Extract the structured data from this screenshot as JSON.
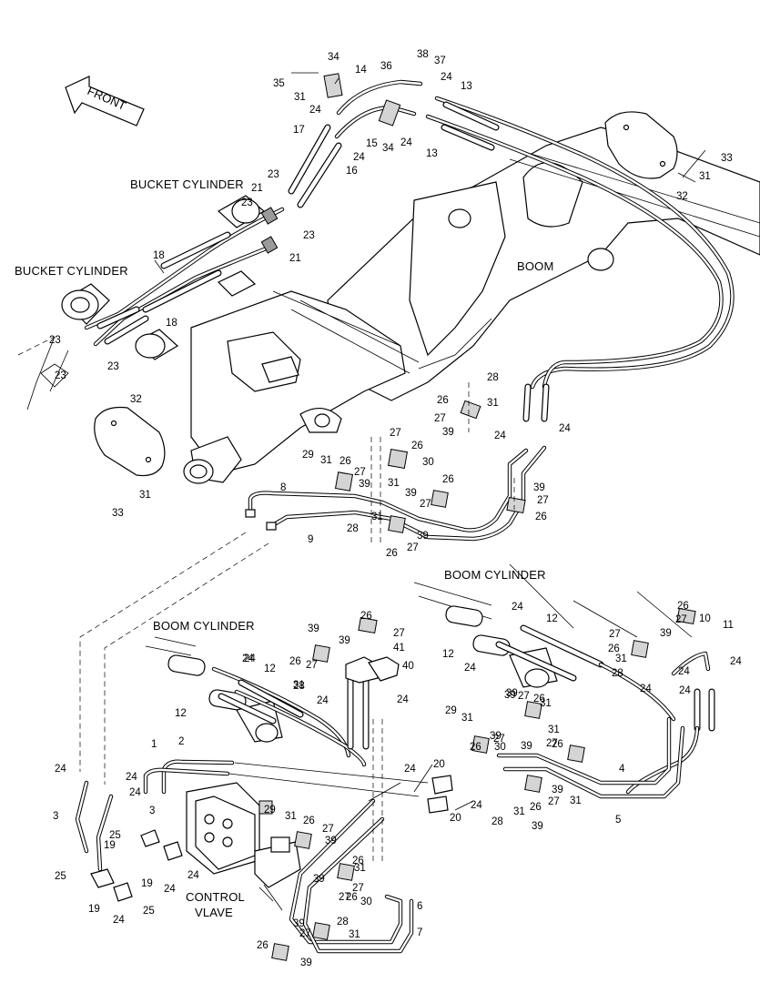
{
  "labels": {
    "front": "FRONT",
    "bucket_cylinder_1": "BUCKET CYLINDER",
    "bucket_cylinder_2": "BUCKET CYLINDER",
    "boom": "BOOM",
    "boom_cylinder_1": "BOOM CYLINDER",
    "boom_cylinder_2": "BOOM CYLINDER",
    "control_valve_line1": "CONTROL",
    "control_valve_line2": "VLAVE"
  },
  "callouts": [
    "35",
    "31",
    "34",
    "14",
    "36",
    "38",
    "37",
    "24",
    "13",
    "24",
    "15",
    "34",
    "24",
    "13",
    "17",
    "24",
    "16",
    "33",
    "31",
    "32",
    "23",
    "21",
    "23",
    "23",
    "21",
    "18",
    "18",
    "23",
    "23",
    "23",
    "32",
    "31",
    "33",
    "28",
    "26",
    "31",
    "27",
    "39",
    "24",
    "24",
    "27",
    "26",
    "29",
    "31",
    "26",
    "30",
    "27",
    "31",
    "39",
    "27",
    "26",
    "39",
    "8",
    "9",
    "31",
    "28",
    "39",
    "26",
    "27",
    "39",
    "27",
    "26",
    "26",
    "39",
    "27",
    "39",
    "41",
    "40",
    "26",
    "27",
    "28",
    "31",
    "24",
    "24",
    "24",
    "12",
    "24",
    "12",
    "24",
    "12",
    "12",
    "24",
    "39",
    "26",
    "27",
    "10",
    "11",
    "27",
    "39",
    "26",
    "24",
    "31",
    "28",
    "24",
    "24",
    "24",
    "24",
    "1",
    "2",
    "24",
    "3",
    "24",
    "3",
    "25",
    "19",
    "25",
    "24",
    "19",
    "24",
    "19",
    "24",
    "25",
    "29",
    "31",
    "26",
    "27",
    "39",
    "20",
    "20",
    "24",
    "24",
    "29",
    "31",
    "26",
    "27",
    "31",
    "39",
    "39",
    "27",
    "26",
    "31",
    "30",
    "39",
    "27",
    "26",
    "31",
    "4",
    "5",
    "28",
    "31",
    "26",
    "27",
    "39",
    "39",
    "26",
    "27",
    "31",
    "30",
    "28",
    "39",
    "27",
    "26",
    "31",
    "6",
    "7",
    "39",
    "27",
    "26",
    "39"
  ]
}
